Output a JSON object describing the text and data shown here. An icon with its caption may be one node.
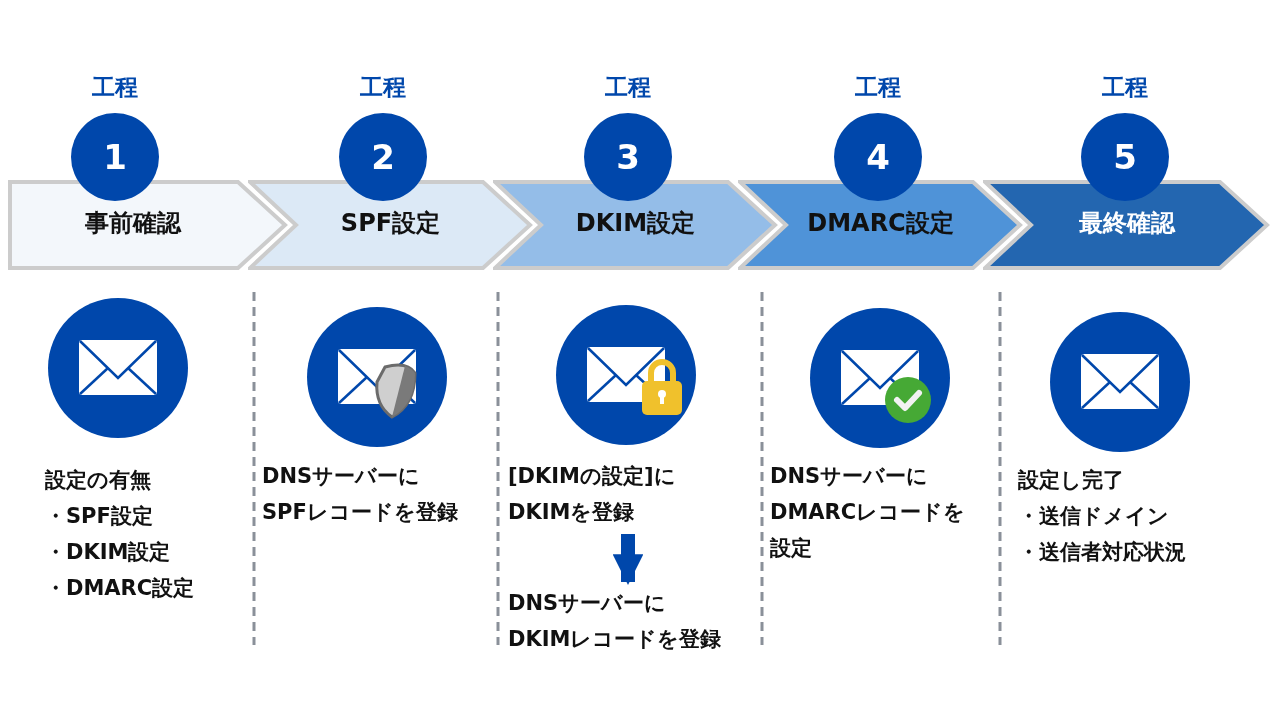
{
  "diagram": {
    "nodes": [
      {
        "text": [
          "事前確認"
        ]
      },
      {
        "text": [
          "SPF設定"
        ]
      },
      {
        "text": [
          "DKIM設定"
        ]
      },
      {
        "text": [
          "DMARC設定"
        ]
      },
      {
        "text": [
          "最終確認"
        ]
      },
      {
        "text": [
          "1"
        ],
        "beside": [
          "工程"
        ]
      },
      {
        "text": [
          "2"
        ],
        "beside": [
          "工程"
        ]
      },
      {
        "text": [
          "3"
        ],
        "beside": [
          "工程"
        ]
      },
      {
        "text": [
          "4"
        ],
        "beside": [
          "工程"
        ]
      },
      {
        "text": [
          "5"
        ],
        "beside": [
          "工程"
        ]
      },
      {
        "text": [
          "[DKIMの設定]にDKIMを登録"
        ]
      },
      {
        "text": [
          "DNSサーバーにDKIMレコードを登録"
        ]
      }
    ],
    "edges": [
      {
        "from": 10,
        "to": 11,
        "arrow": "to"
      }
    ],
    "labels": [
      "設定の有無",
      "・SPF設定",
      "・DKIM設定",
      "・DMARC設定",
      "DNSサーバーにSPFレコードを登録",
      "DNSサーバーにDMARCレコードを設定",
      "設定し完了",
      "・送信ドメイン",
      "・送信者対応状況"
    ]
  }
}
